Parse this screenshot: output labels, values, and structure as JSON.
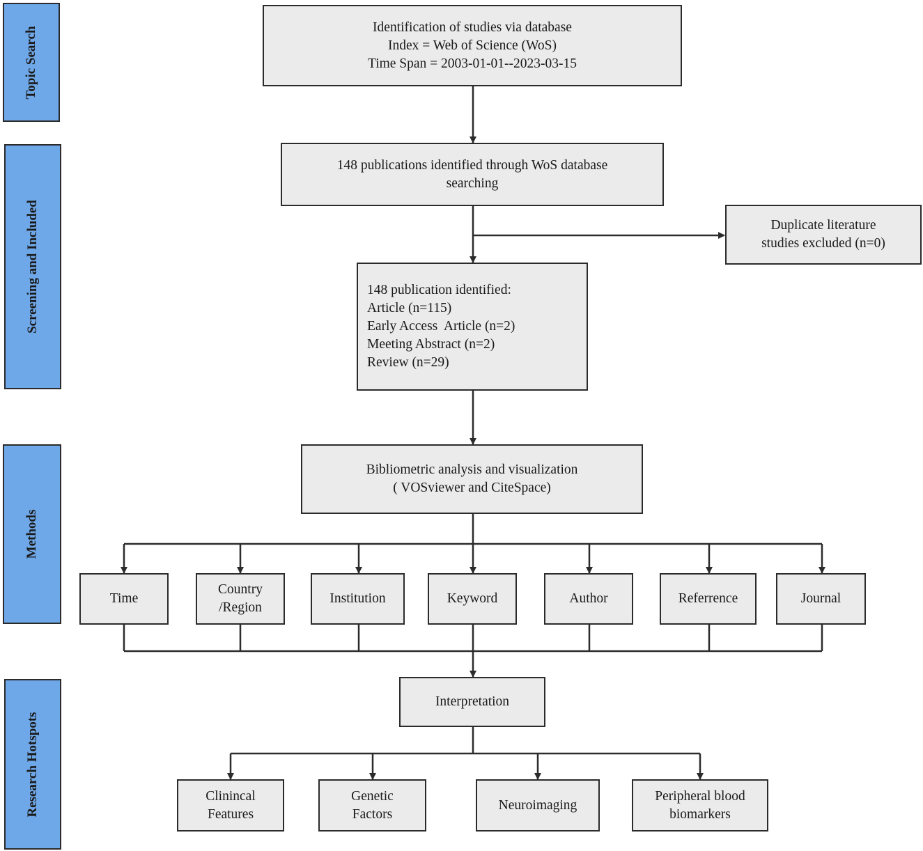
{
  "stages": {
    "topic_search": "Topic Search",
    "screening": "Screening and Included",
    "methods": "Methods",
    "hotspots": "Research Hotspots"
  },
  "boxes": {
    "identification": [
      "Identification of studies via database",
      "Index = Web of Science (WoS)",
      "Time Span = 2003-01-01--2023-03-15"
    ],
    "identified": [
      "148 publications identified through WoS database",
      "searching"
    ],
    "duplicates": [
      "Duplicate literature",
      "studies excluded (n=0)"
    ],
    "breakdown": [
      "148 publication identified:",
      "Article (n=115)",
      "Early Access  Article (n=2)",
      "Meeting Abstract (n=2)",
      "Review (n=29)"
    ],
    "analysis": [
      "Bibliometric analysis and visualization",
      "( VOSviewer and CiteSpace)"
    ],
    "interpretation": [
      "Interpretation"
    ]
  },
  "method_items": [
    [
      "Time"
    ],
    [
      "Country",
      "/Region"
    ],
    [
      "Institution"
    ],
    [
      "Keyword"
    ],
    [
      "Author"
    ],
    [
      "Referrence"
    ],
    [
      "Journal"
    ]
  ],
  "hotspot_items": [
    [
      "Clinincal",
      "Features"
    ],
    [
      "Genetic",
      "Factors"
    ],
    [
      "Neuroimaging"
    ],
    [
      "Peripheral blood",
      "biomarkers"
    ]
  ],
  "colors": {
    "stage_fill": "#6fa8e8",
    "box_fill": "#ebebeb",
    "line": "#2b2b2b"
  }
}
